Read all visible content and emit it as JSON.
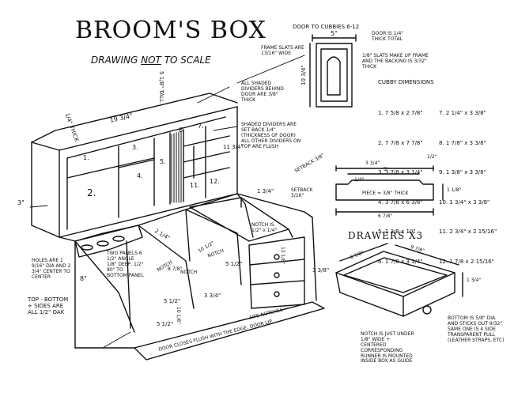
{
  "title": "BROOM'S BOX",
  "subtitle_pre": "DRAWING",
  "subtitle_not": "NOT",
  "subtitle_post": "TO SCALE",
  "door": {
    "header": "DOOR TO CUBBIES 6-12",
    "width": "5\"",
    "height": "10 3/4\"",
    "frame_note": "FRAME SLATS ARE 13/16\" WIDE",
    "thickness_note": "DOOR IS 1/4\" THICK TOTAL",
    "slats_note": "1/8\" SLATS MAKE UP FRAME AND THE BACKING IS 3/32\" THICK"
  },
  "cubby": {
    "header": "CUBBY DIMENSIONS",
    "items": [
      "1. 7 5/8 x 2 7/8\"",
      "2. 7 7/8 x 7 7/8\"",
      "3. 3 7/8 x 3 1/4\"",
      "4. 3 7/8 x 6 3/8\"",
      "5. 1 3/8 x 10\"",
      "6. 1 7/8 x 3 1/4\"",
      "7. 2 1/4\" x 3 3/8\"",
      "8. 1 7/8\" x 3 3/8\"",
      "9. 1 3/8\" x 3 3/8\"",
      "10. 1 3/4\" x 3 3/8\"",
      "11. 2 3/4\" x 2 15/16\"",
      "12. 1 7/8 x 2 15/16\""
    ]
  },
  "labels": {
    "thick": "1/4\" THICK",
    "tall": "5 1/8\" TALL",
    "width_top": "19 3/4\"",
    "all_shaded": "ALL SHADED DIVIDERS BEHIND DOOR ARE 3/8\" THICK",
    "shaded_setback": "SHADED DIVIDERS ARE SET BACK 1/4\" (THICKNESS OF DOOR) ALL OTHER DIVIDERS ON TOP ARE FLUSH",
    "h11": "11 3/4\"",
    "setback_top": "SETBACK 3/8\"",
    "left3": "3\"",
    "holes": "HOLES ARE 1 9/16\" DIA AND 2 3/4\" CENTER TO CENTER",
    "left8": "8\"",
    "top_bottom": "TOP - BOTTOM + SIDES ARE ALL 1/2\" OAK",
    "two_hands": "TWO PANELS 6 1/2\" ANGLE 1/8\" DEEP, 1/2\" 80\" TO BOTTOM PANEL",
    "d214": "2 1/4\"",
    "notch_lbl1": "NOTCH",
    "notch_lbl2": "NOTCH",
    "notch_lbl3": "NOTCH",
    "notch_is": "NOTCH IS 1/2\" x 1/4\"",
    "d134": "1 3/4\"",
    "setback_mid": "SETBACK 3/16\"",
    "d878": "8 7/8\"",
    "d1012": "10 1/2\"",
    "d512a": "5 1/2\"",
    "d512b": "5 1/2\"",
    "d334": "3 3/4\"",
    "d512c": "5 1/2\"",
    "d1018": "10 1/8\"",
    "d338": "3 3/8\"",
    "d1218": "12 1/8\"",
    "fits_notches": "FITS NOTCHES",
    "door_closes": "DOOR CLOSES FLUSH WITH THE EDGE. DOOR LIP",
    "piece_w": "3 3/4\"",
    "piece_inner": "5\"",
    "piece_half": "1/2\"",
    "piece_side": "1 1/8\"",
    "piece_note": "PIECE = 3/8\" THICK",
    "piece_w2": "6 7/8\"",
    "piece_inner2": "1/4\""
  },
  "drawers": {
    "header": "DRAWERS X3",
    "w_front": "6 7/8\"",
    "w_side": "9 7/8\"",
    "h": "1 3/4\"",
    "notch_note": "NOTCH IS JUST UNDER 1/8\" WIDE + CENTERED CORRESPONDING RUNNER IS MOUNTED INSIDE BOX AS GUIDE",
    "bottom_note": "BOTTOM IS 5/8\" DIA. AND STICKS OUT 9/32\" SAME ONE IS 4 SIDE TRANSPARENT PULL (LEATHER STRAPS, ETC)"
  }
}
